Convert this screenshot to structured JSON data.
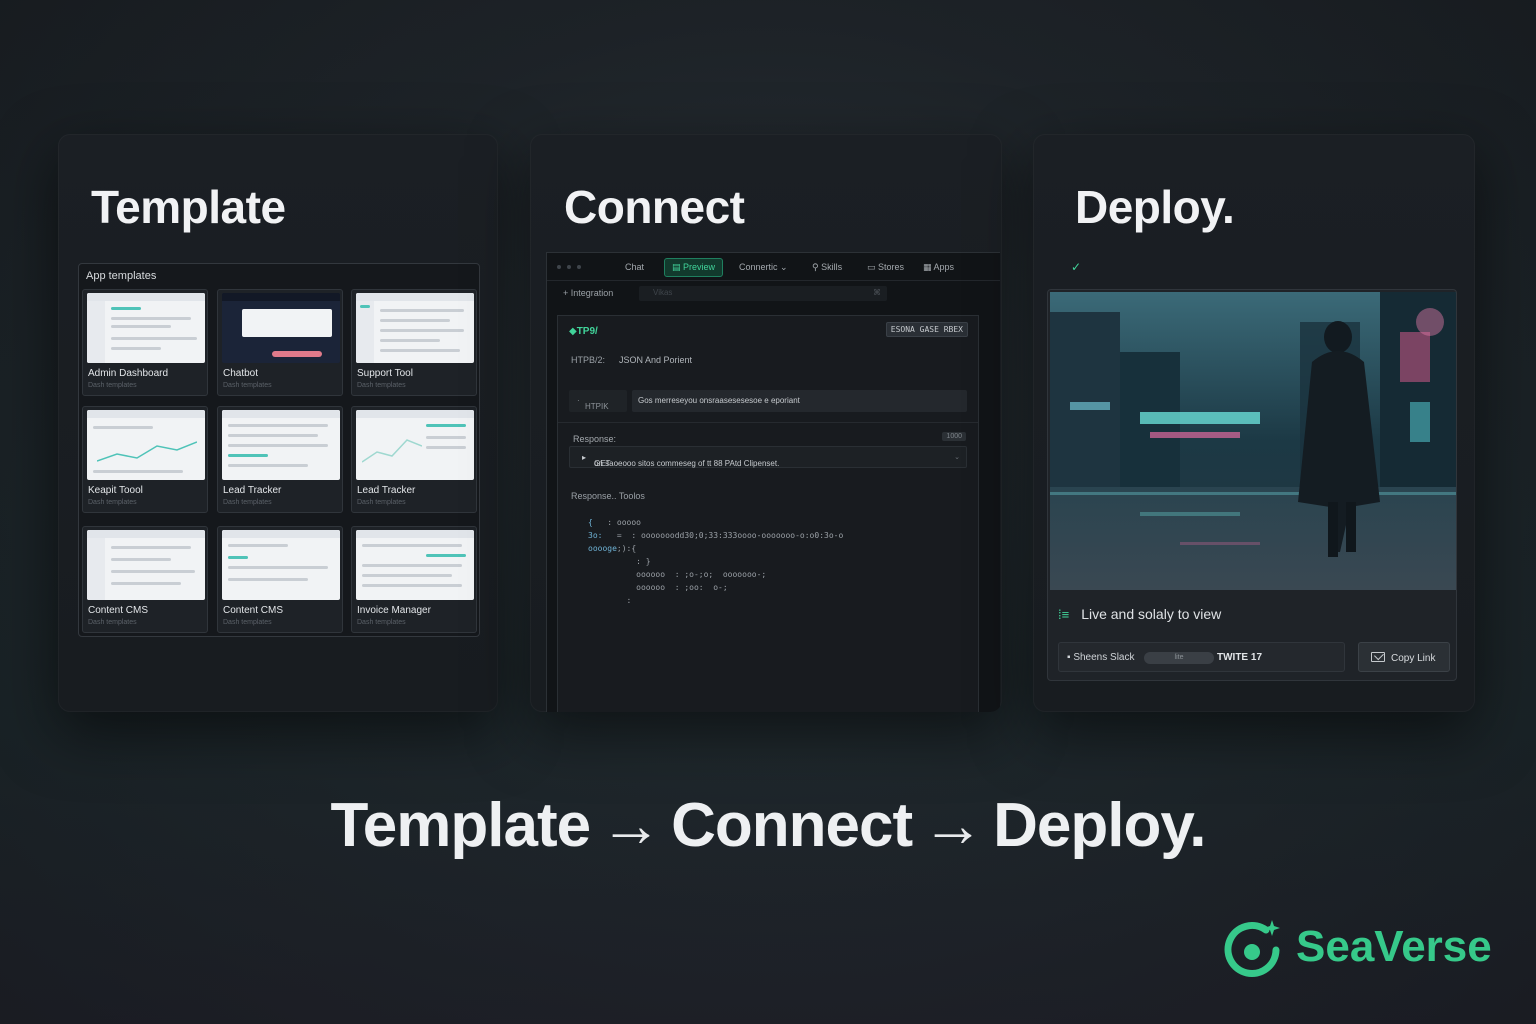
{
  "panels": {
    "template": {
      "title": "Template",
      "header": "App templates",
      "cards": [
        {
          "name": "Admin Dashboard",
          "sub": "Dash templates"
        },
        {
          "name": "Chatbot",
          "sub": "Dash templates"
        },
        {
          "name": "Support Tool",
          "sub": "Dash templates"
        },
        {
          "name": "Keapit Toool",
          "sub": "Dash templates"
        },
        {
          "name": "Lead Tracker",
          "sub": "Dash templates"
        },
        {
          "name": "Lead Tracker",
          "sub": "Dash templates"
        },
        {
          "name": "Content CMS",
          "sub": "Dash templates"
        },
        {
          "name": "Content CMS",
          "sub": "Dash templates"
        },
        {
          "name": "Invoice Manager",
          "sub": "Dash templates"
        }
      ]
    },
    "connect": {
      "title": "Connect",
      "tabs": {
        "chat": "Chat",
        "preview": "Preview",
        "connector": "Connertic",
        "skills": "Skills",
        "stores": "Stores",
        "apps": "Apps"
      },
      "integration": "Integration",
      "search_placeholder": "Vikas",
      "search_shortcut": "⌘",
      "tag": "TP9/",
      "badge": "ESONA GASE RBEX",
      "subtitle_left": "HTPB/2:",
      "subtitle_right": "JSON And Porient",
      "method": "HTPIK",
      "url": "Gos merreseyou onsraasesesesoe e eporiant",
      "response_label": "Response:",
      "response_badge": "1000",
      "get_method": "GET",
      "get_text": "on saoeooo sitos commeseg of tt 88 PAtd Clipenset.",
      "response_tools": "Response.. Toolos"
    },
    "deploy": {
      "title": "Deploy.",
      "check": "✓",
      "live_text": "Live and solaly to view",
      "share_app": "Sheens Slack",
      "share_pill": "lite",
      "share_tag": "TWITE 17",
      "copy_label": "Copy Link"
    }
  },
  "headline": {
    "part1": "Template",
    "arrow": "→",
    "part2": "Connect",
    "part3": "Deploy."
  },
  "brand": {
    "name": "SeaVerse",
    "accent": "#36c98a"
  }
}
